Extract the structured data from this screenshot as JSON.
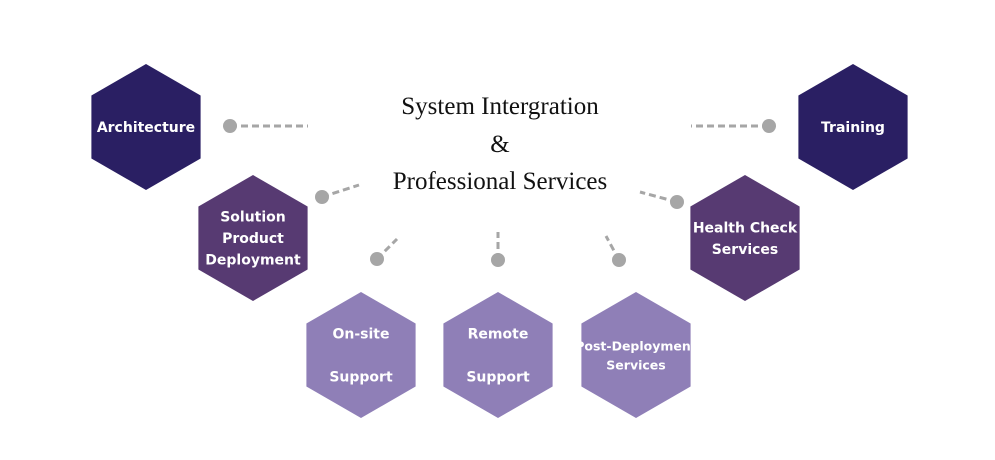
{
  "title": {
    "line1": "System Intergration",
    "line2": "&",
    "line3": "Professional Services"
  },
  "colors": {
    "dark": "#2a1f63",
    "mid": "#573a72",
    "light": "#8f7fb7",
    "connector": "#a6a6a6"
  },
  "nodes": [
    {
      "id": "architecture",
      "lines": [
        "Architecture"
      ],
      "tone": "dark"
    },
    {
      "id": "training",
      "lines": [
        "Training"
      ],
      "tone": "dark"
    },
    {
      "id": "solution-product-deployment",
      "lines": [
        "Solution",
        "Product",
        "Deployment"
      ],
      "tone": "mid"
    },
    {
      "id": "health-check-services",
      "lines": [
        "Health Check",
        "Services"
      ],
      "tone": "mid"
    },
    {
      "id": "on-site-support",
      "lines": [
        "On-site",
        "",
        "Support"
      ],
      "tone": "light"
    },
    {
      "id": "remote-support",
      "lines": [
        "Remote",
        "",
        "Support"
      ],
      "tone": "light"
    },
    {
      "id": "post-deployment-services",
      "lines": [
        "Post-Deployment",
        "Services"
      ],
      "tone": "light"
    }
  ]
}
